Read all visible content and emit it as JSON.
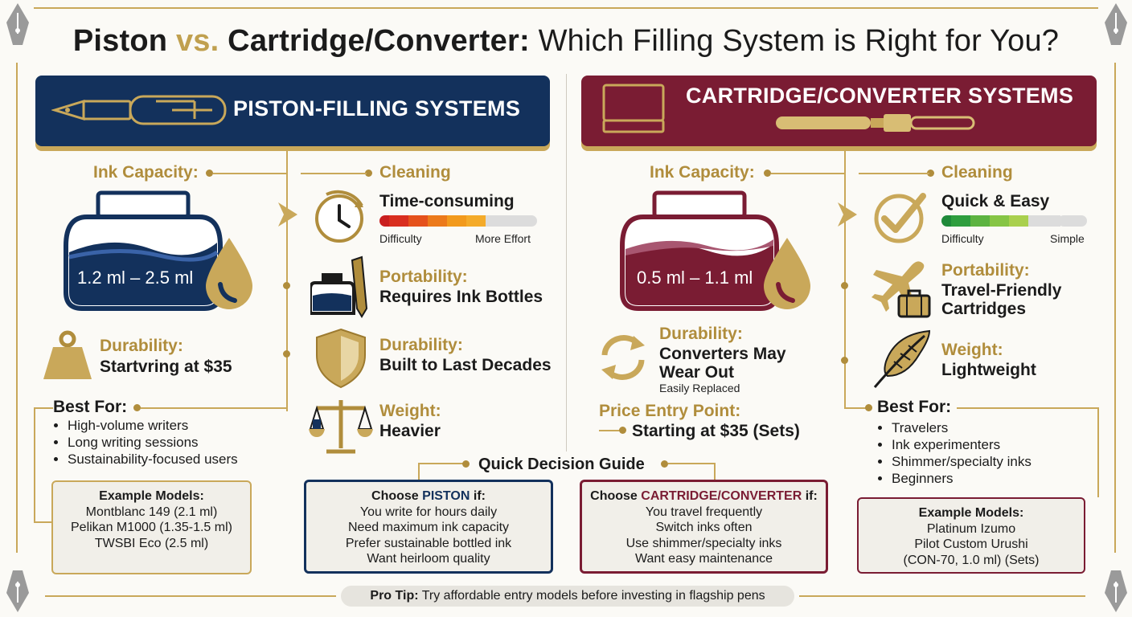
{
  "title": {
    "part1": "Piston",
    "vs": "vs.",
    "part2": "Cartridge/Converter:",
    "part3": "Which Filling System is Right for You?"
  },
  "colors": {
    "navy": "#13315c",
    "maroon": "#7a1c33",
    "gold": "#b08d3c"
  },
  "piston": {
    "banner": "PISTON-FILLING SYSTEMS",
    "ink_label": "Ink Capacity:",
    "ink_value": "1.2 ml – 2.5 ml",
    "durability_label": "Durability:",
    "durability_value": "Startvring at $35",
    "best_label": "Best For:",
    "best": [
      "High-volume writers",
      "Long writing sessions",
      "Sustainability-focused users"
    ],
    "models_label": "Example Models:",
    "models": [
      "Montblanc 149 (2.1 ml)",
      "Pelikan M1000 (1.35-1.5 ml)",
      "TWSBI Eco (2.5 ml)"
    ],
    "cleaning_label": "Cleaning",
    "cleaning_value": "Time-consuming",
    "scale_left": "Difficulty",
    "scale_right": "More Effort",
    "portability_label": "Portability:",
    "portability_value": "Requires Ink Bottles",
    "durability2_label": "Durability:",
    "durability2_value": "Built to Last Decades",
    "weight_label": "Weight:",
    "weight_value": "Heavier"
  },
  "cartridge": {
    "banner": "CARTRIDGE/CONVERTER SYSTEMS",
    "ink_label": "Ink Capacity:",
    "ink_value": "0.5 ml – 1.1 ml",
    "durability_label": "Durability:",
    "durability_value": "Converters May Wear Out",
    "durability_note": "Easily Replaced",
    "price_label": "Price Entry Point:",
    "price_value": "Starting at $35 (Sets)",
    "cleaning_label": "Cleaning",
    "cleaning_value": "Quick & Easy",
    "scale_left": "Difficulty",
    "scale_right": "Simple",
    "portability_label": "Portability:",
    "portability_value": "Travel-Friendly Cartridges",
    "weight_label": "Weight:",
    "weight_value": "Lightweight",
    "best_label": "Best For:",
    "best": [
      "Travelers",
      "Ink experimenters",
      "Shimmer/specialty inks",
      "Beginners"
    ],
    "models_label": "Example Models:",
    "models": [
      "Platinum Izumo",
      "Pilot Custom Urushi",
      "(CON-70, 1.0 ml) (Sets)"
    ]
  },
  "guide": {
    "title": "Quick Decision Guide",
    "piston_prefix": "Choose",
    "piston_key": "PISTON",
    "piston_suffix": "if:",
    "piston_items": [
      "You write for hours daily",
      "Need maximum ink capacity",
      "Prefer sustainable bottled ink",
      "Want heirloom quality"
    ],
    "cart_prefix": "Choose",
    "cart_key": "CARTRIDGE/CONVERTER",
    "cart_suffix": "if:",
    "cart_items": [
      "You travel frequently",
      "Switch inks often",
      "Use shimmer/specialty inks",
      "Want easy maintenance"
    ]
  },
  "protip": {
    "label": "Pro Tip:",
    "text": "Try affordable entry models before investing in flagship pens"
  },
  "icons": [
    "fountain-pen-icon",
    "cartridge-icon",
    "converter-icon",
    "ink-bottle-icon",
    "ink-drop-icon",
    "weight-icon",
    "clock-icon",
    "inkwell-pen-icon",
    "shield-icon",
    "scale-icon",
    "checkmark-icon",
    "airplane-icon",
    "suitcase-icon",
    "refresh-icon",
    "feather-icon",
    "nib-ornament-icon"
  ]
}
